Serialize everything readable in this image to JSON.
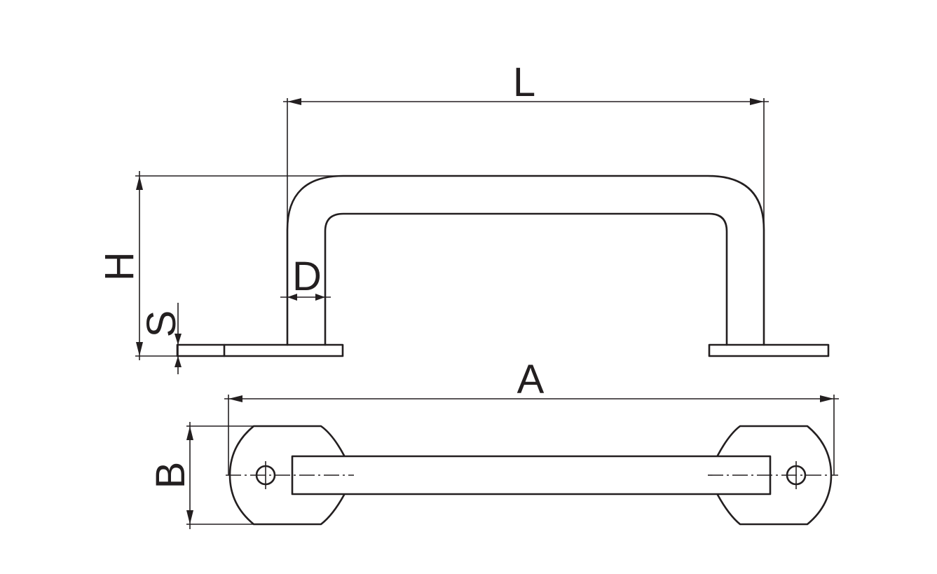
{
  "figure": {
    "line_color": "#231f20",
    "background": "#ffffff"
  },
  "dimensions": {
    "L": "L",
    "H": "H",
    "D": "D",
    "S": "S",
    "A": "A",
    "B": "B"
  },
  "views": [
    "front-view",
    "top-view"
  ]
}
